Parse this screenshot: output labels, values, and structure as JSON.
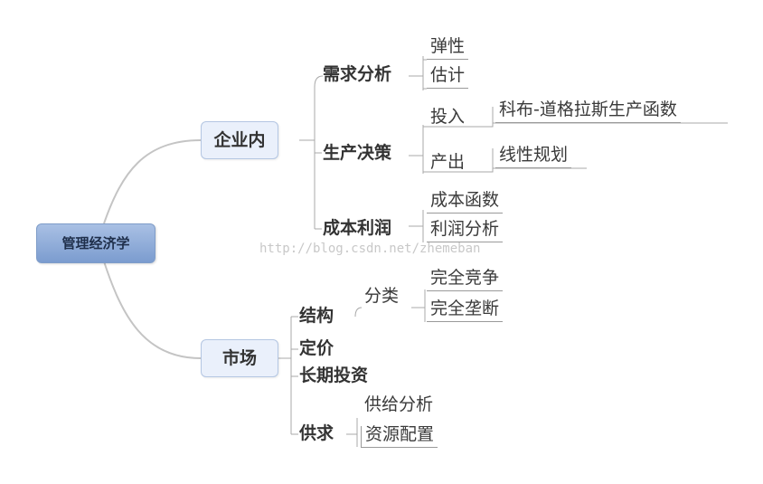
{
  "root": "管理经济学",
  "watermark": "http://blog.csdn.net/zhemeban",
  "branches": {
    "firm": {
      "label": "企业内",
      "demand": {
        "label": "需求分析",
        "items": [
          "弹性",
          "估计"
        ]
      },
      "production": {
        "label": "生产决策",
        "input": {
          "label": "投入",
          "detail": "科布-道格拉斯生产函数"
        },
        "output": {
          "label": "产出",
          "detail": "线性规划"
        }
      },
      "cost": {
        "label": "成本利润",
        "items": [
          "成本函数",
          "利润分析"
        ]
      }
    },
    "market": {
      "label": "市场",
      "structure": {
        "label": "结构",
        "classify": {
          "label": "分类",
          "items": [
            "完全竞争",
            "完全垄断"
          ]
        }
      },
      "pricing": {
        "label": "定价"
      },
      "investment": {
        "label": "长期投资"
      },
      "supply": {
        "label": "供求",
        "items": [
          "供给分析",
          "资源配置"
        ]
      }
    }
  }
}
